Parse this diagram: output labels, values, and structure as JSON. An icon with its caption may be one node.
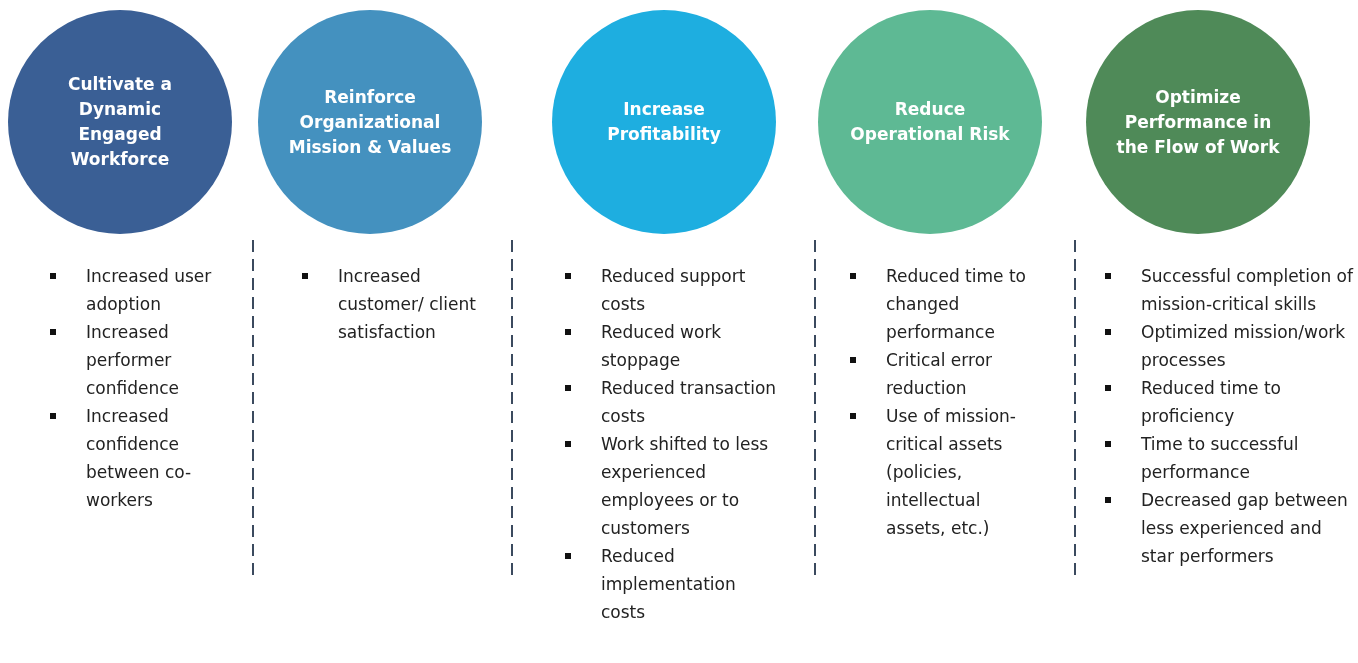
{
  "diagram": {
    "nodes": [
      {
        "text": [
          "Cultivate a Dynamic Engaged Workforce"
        ],
        "beside": [
          "Increased user adoption",
          "Increased performer confidence",
          "Increased confidence between co-workers"
        ]
      },
      {
        "text": [
          "Reinforce Organizational Mission & Values"
        ],
        "beside": [
          "Increased customer/ client satisfaction"
        ]
      },
      {
        "text": [
          "Increase Profitability"
        ],
        "beside": [
          "Reduced support costs",
          "Reduced work stoppage",
          "Reduced transaction costs",
          "Work shifted to less experienced employees or to customers",
          "Reduced implementation costs"
        ]
      },
      {
        "text": [
          "Reduce Operational Risk"
        ],
        "beside": [
          "Reduced time to changed performance",
          "Critical error reduction",
          "Use of mission-critical assets (policies, intellectual assets, etc.)"
        ]
      },
      {
        "text": [
          "Optimize Performance in the Flow of Work"
        ],
        "beside": [
          "Successful completion of mission-critical skills",
          "Optimized mission/work processes",
          "Reduced time to proficiency",
          "Time to successful performance",
          "Decreased gap between less experienced and star performers"
        ]
      }
    ],
    "edges": []
  }
}
